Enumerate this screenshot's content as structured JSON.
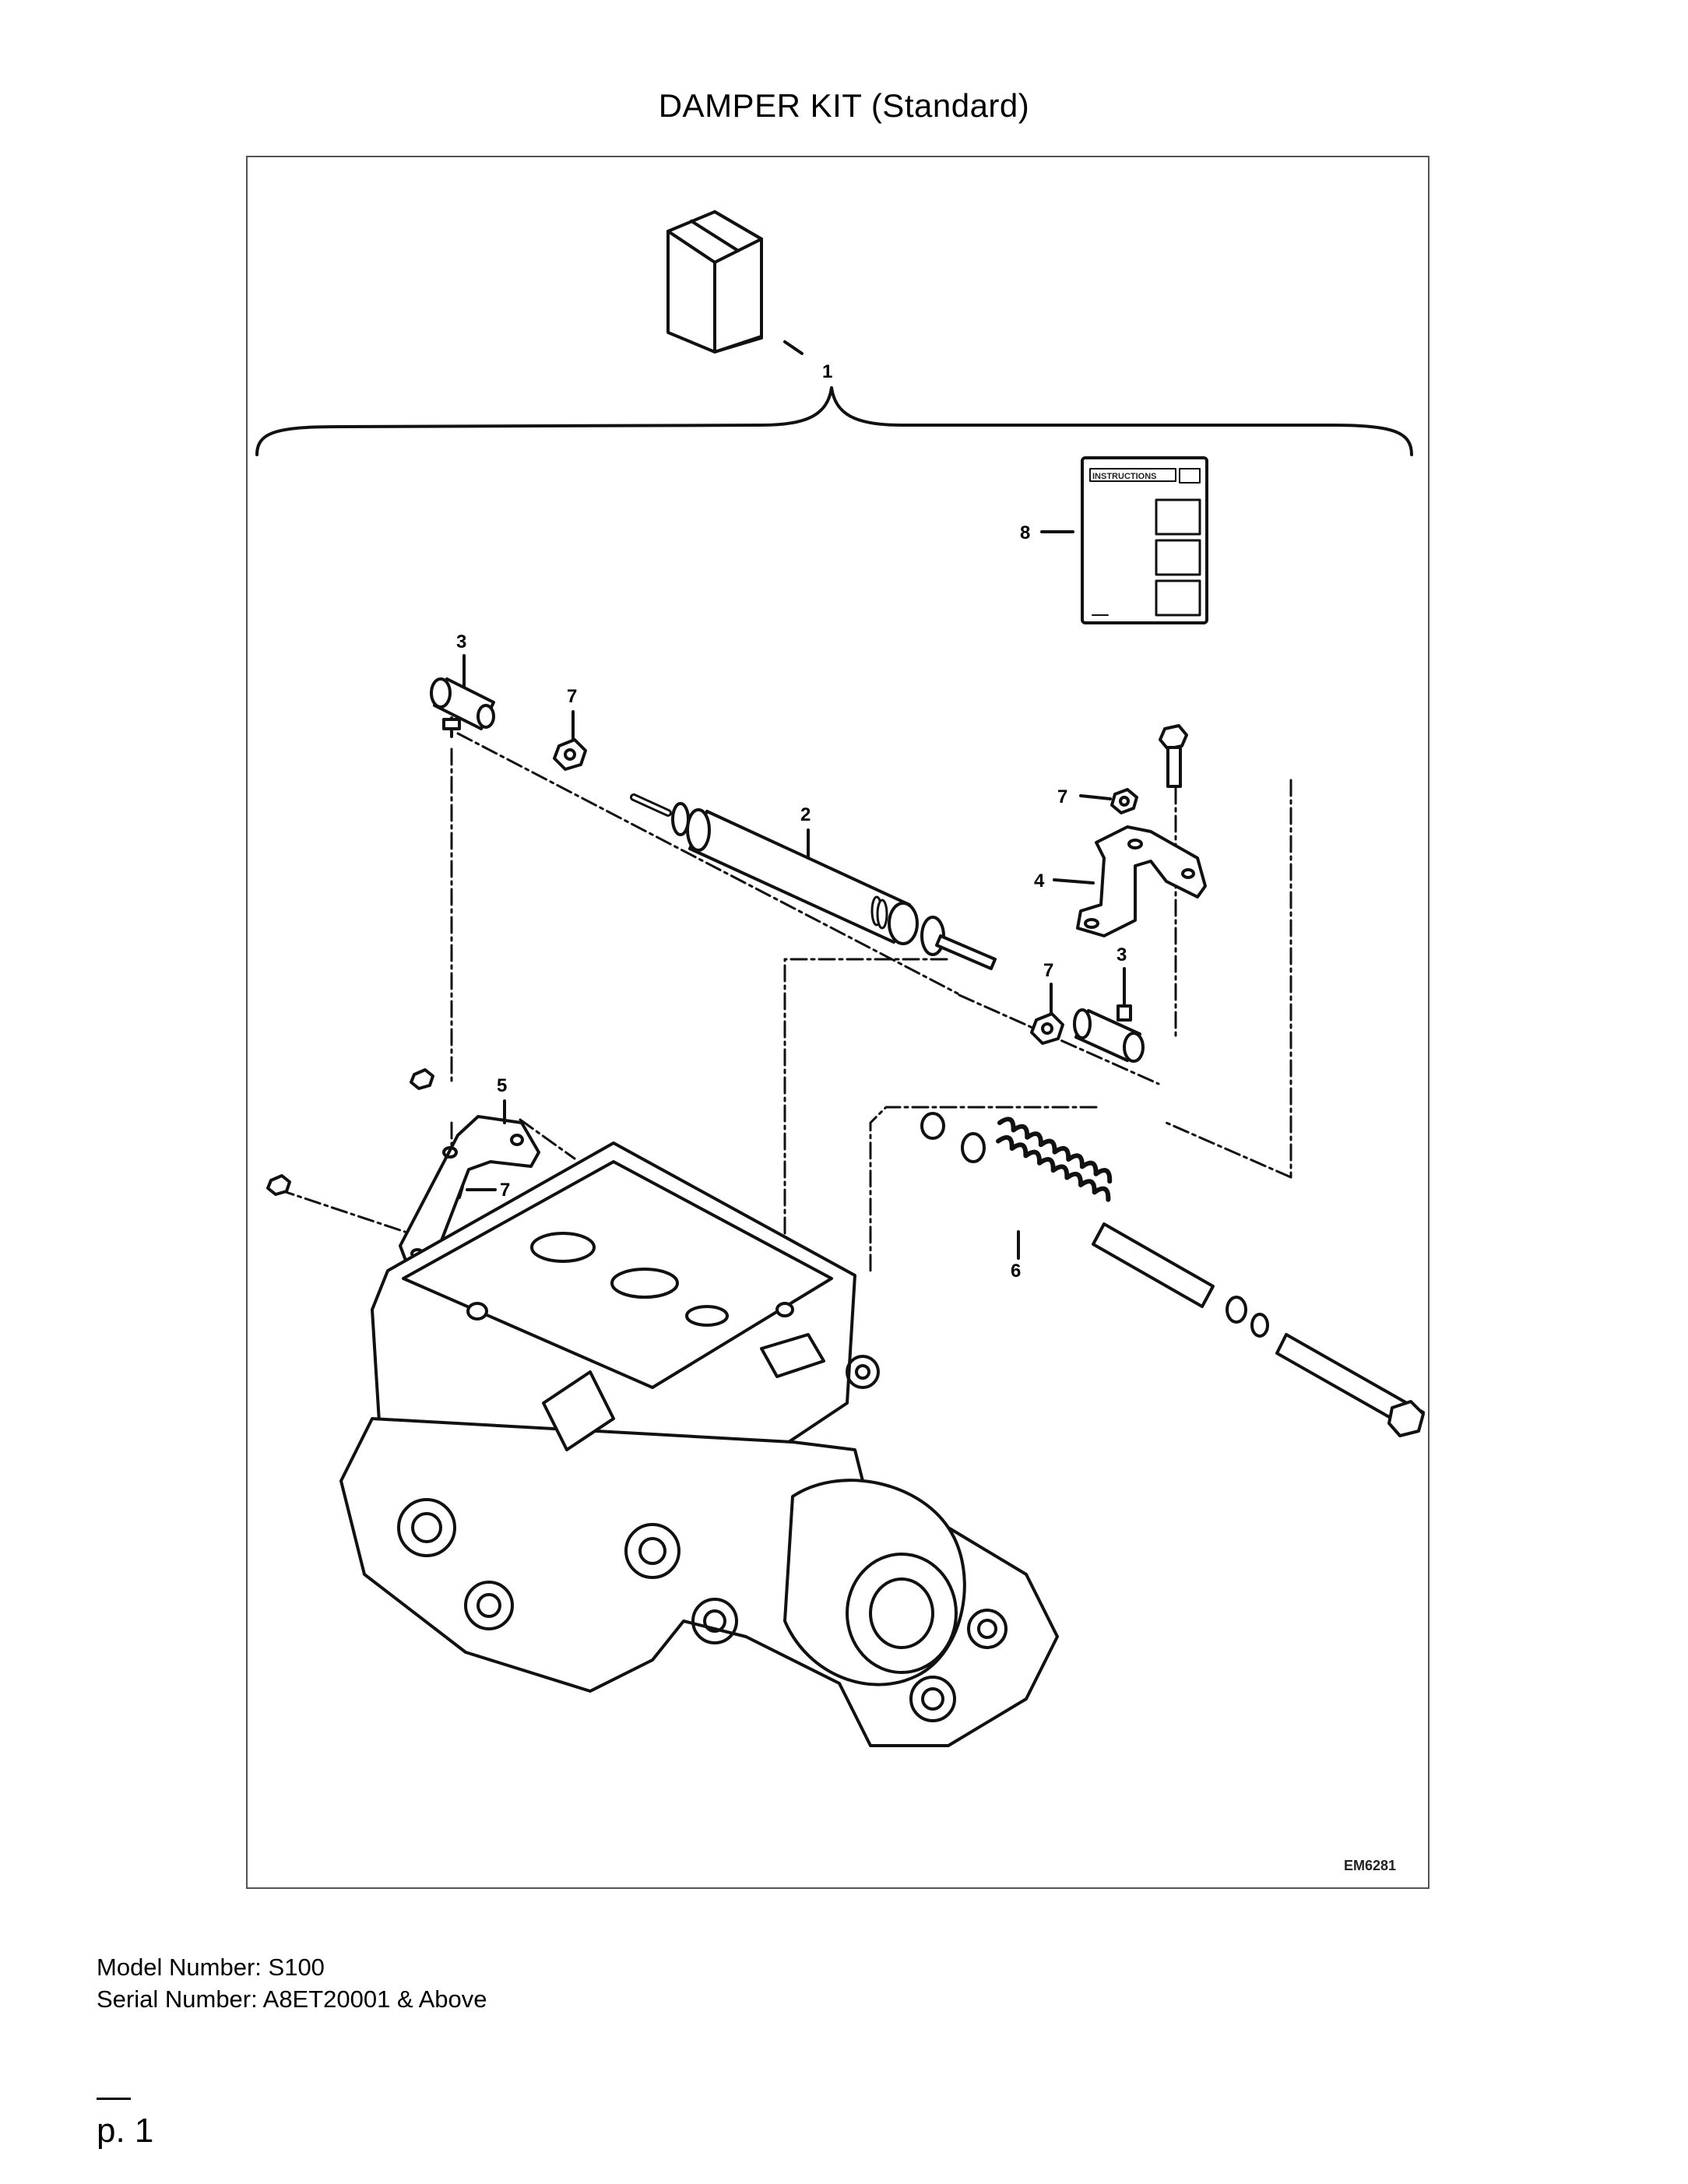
{
  "document": {
    "title": "DAMPER KIT (Standard)",
    "model_line": "Model Number: S100",
    "serial_line": "Serial Number: A8ET20001 & Above",
    "page_label": "p. 1"
  },
  "diagram": {
    "reference_code": "EM6281",
    "instructions_label": "INSTRUCTIONS",
    "callouts": [
      "1",
      "2",
      "3",
      "3",
      "4",
      "5",
      "6",
      "7",
      "7",
      "7",
      "7",
      "8"
    ]
  }
}
